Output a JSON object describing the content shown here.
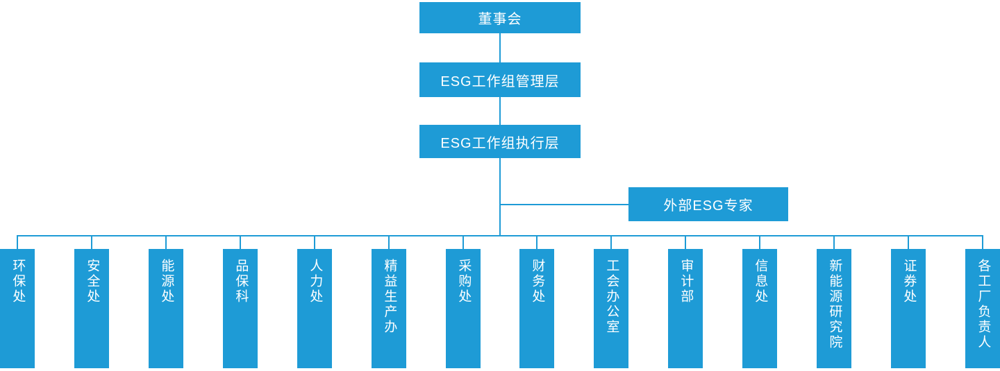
{
  "colors": {
    "node_fill": "#1e9bd6",
    "connector": "#1e9bd6",
    "text": "#ffffff",
    "background": "#ffffff"
  },
  "hierarchy": {
    "root": "董事会",
    "management": "ESG工作组管理层",
    "execution": "ESG工作组执行层",
    "advisor": "外部ESG专家"
  },
  "departments": [
    "环保处",
    "安全处",
    "能源处",
    "品保科",
    "人力处",
    "精益生产办",
    "采购处",
    "财务处",
    "工会办公室",
    "审计部",
    "信息处",
    "新能源研究院",
    "证券处",
    "各工厂负责人"
  ]
}
